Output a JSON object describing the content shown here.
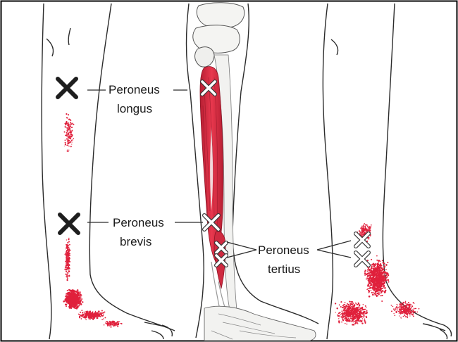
{
  "labels": {
    "longus": [
      "Peroneus",
      "longus"
    ],
    "brevis": [
      "Peroneus",
      "brevis"
    ],
    "tertius": [
      "Peroneus",
      "tertius"
    ]
  },
  "colors": {
    "muscle": "#d8283f",
    "muscle_dark": "#a51a2c",
    "referral": "#e0203c",
    "outline": "#2b2b2b",
    "marker_black": "#1e1e1e",
    "marker_white": "#ffffff"
  },
  "markers": [
    {
      "name": "longus-trigger-left",
      "style": "black"
    },
    {
      "name": "brevis-trigger-left",
      "style": "black"
    },
    {
      "name": "longus-trigger-center",
      "style": "white"
    },
    {
      "name": "brevis-trigger-center",
      "style": "white"
    },
    {
      "name": "tertius-trigger-center-1",
      "style": "white"
    },
    {
      "name": "tertius-trigger-center-2",
      "style": "white"
    },
    {
      "name": "tertius-trigger-right-1",
      "style": "white"
    },
    {
      "name": "tertius-trigger-right-2",
      "style": "white"
    }
  ]
}
